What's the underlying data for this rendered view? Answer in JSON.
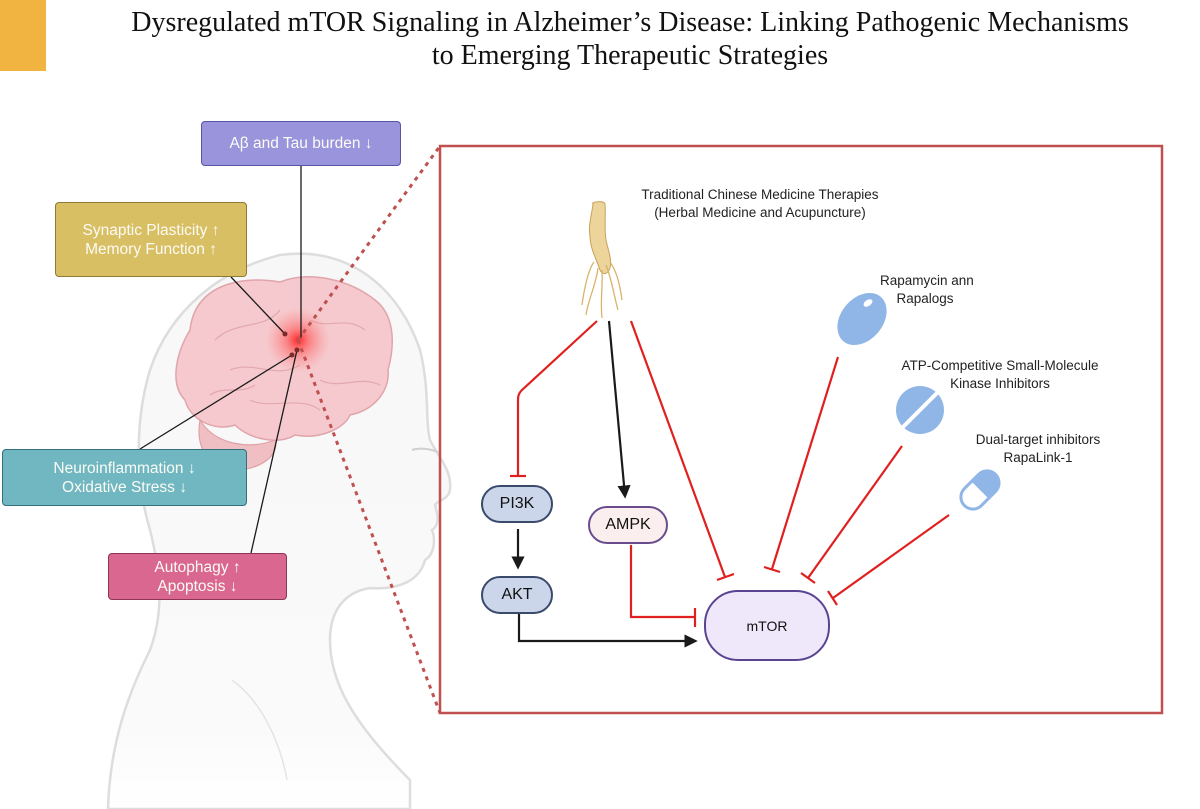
{
  "title": {
    "line1": "Dysregulated mTOR Signaling in Alzheimer’s Disease: Linking Pathogenic Mechanisms",
    "line2": "to Emerging Therapeutic Strategies"
  },
  "colors": {
    "accent_bar": "#f2b441",
    "inhibition": "#e0201f",
    "activation": "#1a1a1a",
    "zoom_box": "#c0504f",
    "drug_blue": "#8fb6e6"
  },
  "outcomes": {
    "abeta": {
      "line1": "Aβ and Tau burden ↓"
    },
    "synaptic": {
      "line1": "Synaptic Plasticity ↑",
      "line2": "Memory Function ↑"
    },
    "neuro": {
      "line1": "Neuroinflammation ↓",
      "line2": "Oxidative Stress ↓"
    },
    "autophagy": {
      "line1": "Autophagy ↑",
      "line2": "Apoptosis ↓"
    }
  },
  "pathway": {
    "nodes": {
      "pi3k": "PI3K",
      "akt": "AKT",
      "ampk": "AMPK",
      "mtor": "mTOR"
    },
    "therapies": {
      "tcm": {
        "line1": "Traditional Chinese Medicine Therapies",
        "line2": "(Herbal Medicine and Acupuncture)",
        "icon": "ginseng-root-icon"
      },
      "rapamycin": {
        "line1": "Rapamycin ann",
        "line2": "Rapalogs",
        "icon": "oval-pill-icon"
      },
      "atp": {
        "line1": "ATP-Competitive Small-Molecule",
        "line2": "Kinase Inhibitors",
        "icon": "scored-tablet-icon"
      },
      "dual": {
        "line1": "Dual-target inhibitors",
        "line2": "RapaLink-1",
        "icon": "capsule-icon"
      }
    },
    "edges": [
      {
        "from": "tcm",
        "to": "pi3k",
        "type": "inhibition"
      },
      {
        "from": "tcm",
        "to": "ampk",
        "type": "activation"
      },
      {
        "from": "tcm",
        "to": "mtor",
        "type": "inhibition"
      },
      {
        "from": "pi3k",
        "to": "akt",
        "type": "activation"
      },
      {
        "from": "akt",
        "to": "mtor",
        "type": "activation"
      },
      {
        "from": "ampk",
        "to": "mtor",
        "type": "inhibition"
      },
      {
        "from": "rapamycin",
        "to": "mtor",
        "type": "inhibition"
      },
      {
        "from": "atp",
        "to": "mtor",
        "type": "inhibition"
      },
      {
        "from": "dual",
        "to": "mtor",
        "type": "inhibition"
      }
    ]
  }
}
